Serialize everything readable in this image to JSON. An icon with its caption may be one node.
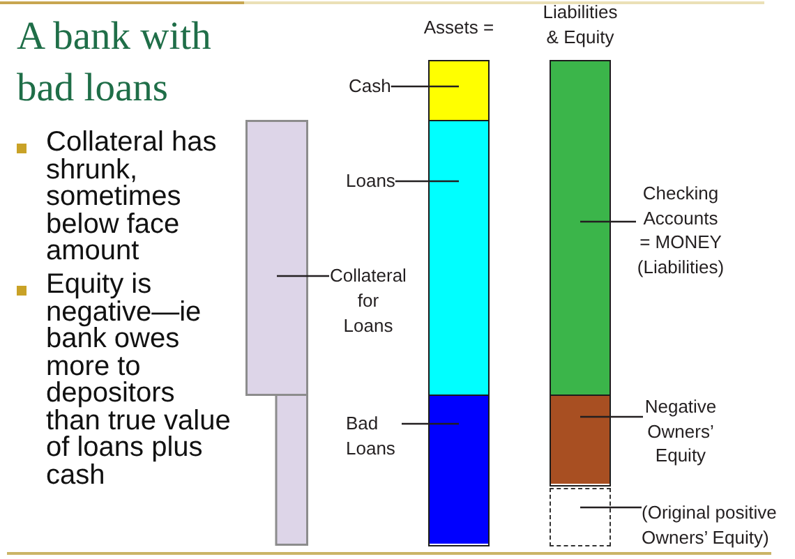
{
  "diagram": {
    "title": "A bank with bad loans",
    "nodes": [
      {
        "text": [],
        "shape": "bar"
      },
      {
        "text": [
          "Collateral for Loans"
        ]
      },
      {
        "text": [
          "Cash"
        ]
      },
      {
        "text": [
          "Loans"
        ]
      },
      {
        "text": [
          "Bad Loans"
        ]
      },
      {
        "text": [
          "Assets ="
        ]
      },
      {
        "text": [],
        "shape": "bar",
        "in": 5
      },
      {
        "text": [],
        "shape": "bar",
        "in": 5
      },
      {
        "text": [],
        "shape": "bar",
        "in": 5
      },
      {
        "text": [
          "Liabilities & Equity"
        ]
      },
      {
        "text": [],
        "shape": "bar",
        "in": 9
      },
      {
        "text": [],
        "shape": "bar",
        "in": 9
      },
      {
        "text": [],
        "shape": "box"
      },
      {
        "text": [
          "Checking Accounts = MONEY (Liabilities)"
        ]
      },
      {
        "text": [
          "Negative Owners’ Equity"
        ]
      },
      {
        "text": [
          "(Original positive Owners’ Equity)"
        ]
      }
    ],
    "edges": [
      {
        "from": 1,
        "to": 0,
        "arrow": "none"
      },
      {
        "from": 2,
        "to": 6,
        "arrow": "none"
      },
      {
        "from": 3,
        "to": 7,
        "arrow": "none"
      },
      {
        "from": 4,
        "to": 8,
        "arrow": "none"
      },
      {
        "from": 13,
        "to": 10,
        "arrow": "none"
      },
      {
        "from": 14,
        "to": 11,
        "arrow": "none"
      },
      {
        "from": 15,
        "to": 12,
        "arrow": "none"
      }
    ],
    "labels": [
      "Collateral has shrunk, sometimes below face amount",
      "Equity is negative—ie bank owes more to depositors than true value of loans plus cash"
    ]
  }
}
